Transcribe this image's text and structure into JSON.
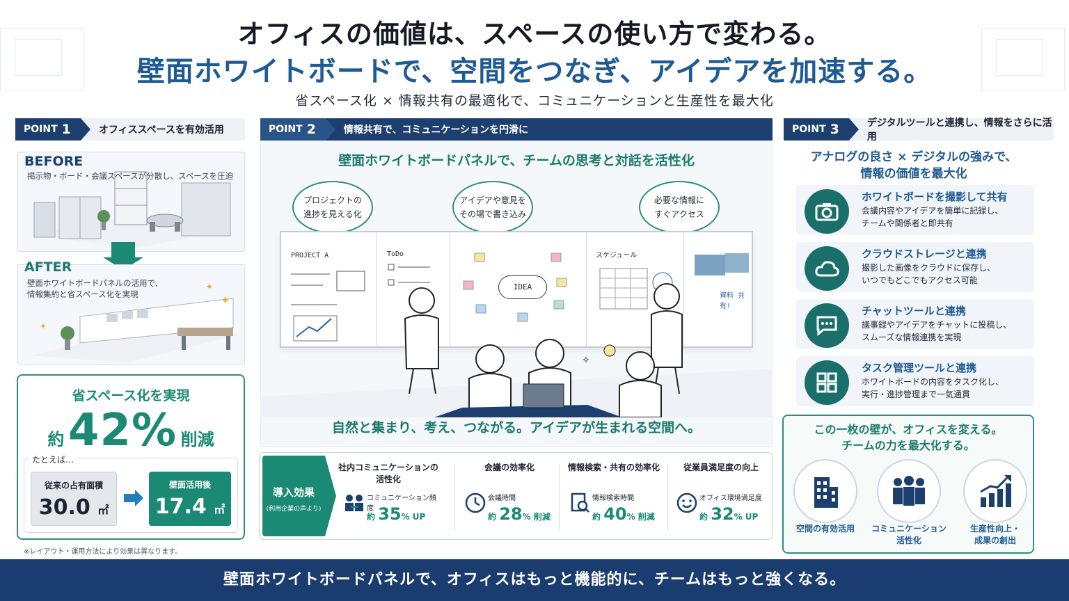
{
  "header": {
    "title_line1": "オフィスの価値は、スペースの使い方で変わる。",
    "title_line2": "壁面ホワイトボードで、空間をつなぎ、アイデアを加速する。",
    "subtitle": "省スペース化 × 情報共有の最適化で、コミュニケーションと生産性を最大化"
  },
  "point1": {
    "tag": "POINT",
    "num": "1",
    "title": "オフィススペースを有効活用",
    "before_label": "BEFORE",
    "before_desc": "掲示物・ボード・会議スペースが分散し、スペースを圧迫",
    "after_label": "AFTER",
    "after_desc_1": "壁面ホワイトボードパネルの活用で、",
    "after_desc_2": "情報集約と省スペース化を実現",
    "save_title": "省スペース化を実現",
    "save_prefix": "約",
    "save_value": "42%",
    "save_suffix": "削減",
    "example_label": "たとえば…",
    "old_area_label": "従来の占有面積",
    "old_area_value": "30.0",
    "new_area_label": "壁面活用後",
    "new_area_value": "17.4",
    "area_unit": "㎡",
    "note": "※レイアウト・運用方法により効果は異なります。"
  },
  "point2": {
    "tag": "POINT",
    "num": "2",
    "title": "情報共有で、コミュニケーションを円滑に",
    "main_title": "壁面ホワイトボードパネルで、チームの思考と対話を活性化",
    "bubble1_l1": "プロジェクトの",
    "bubble1_l2": "進捗を見える化",
    "bubble2_l1": "アイデアや意見を",
    "bubble2_l2": "その場で書き込み",
    "bubble3_l1": "必要な情報に",
    "bubble3_l2": "すぐアクセス",
    "board_project": "PROJECT A",
    "board_todo": "ToDo",
    "board_idea": "IDEA",
    "board_schedule": "スケジュール",
    "board_share": "資料 共有!",
    "slogan": "自然と集まり、考え、つながる。アイデアが生まれる空間へ。"
  },
  "effects": {
    "tag_title": "導入効果",
    "tag_sub": "(利用企業の声より)",
    "items": [
      {
        "heading": "社内コミュニケーションの活性化",
        "metric": "コミュニケーション頻度",
        "prefix": "約",
        "value": "35",
        "unit": "% UP"
      },
      {
        "heading": "会議の効率化",
        "metric": "会議時間",
        "prefix": "約",
        "value": "28",
        "unit": "% 削減"
      },
      {
        "heading": "情報検索・共有の効率化",
        "metric": "情報検索時間",
        "prefix": "約",
        "value": "40",
        "unit": "% 削減"
      },
      {
        "heading": "従業員満足度の向上",
        "metric": "オフィス環境満足度",
        "prefix": "約",
        "value": "32",
        "unit": "% UP"
      }
    ]
  },
  "point3": {
    "tag": "POINT",
    "num": "3",
    "title": "デジタルツールと連携し、情報をさらに活用",
    "main_l1": "アナログの良さ × デジタルの強みで、",
    "main_l2": "情報の価値を最大化",
    "features": [
      {
        "title": "ホワイトボードを撮影して共有",
        "d1": "会議内容やアイデアを簡単に記録し、",
        "d2": "チームや関係者と即共有",
        "icon": "camera-icon"
      },
      {
        "title": "クラウドストレージと連携",
        "d1": "撮影した画像をクラウドに保存し、",
        "d2": "いつでもどこでもアクセス可能",
        "icon": "cloud-icon"
      },
      {
        "title": "チャットツールと連携",
        "d1": "議事録やアイデアをチャットに投稿し、",
        "d2": "スムーズな情報連携を実現",
        "icon": "chat-icon"
      },
      {
        "title": "タスク管理ツールと連携",
        "d1": "ホワイトボードの内容をタスク化し、",
        "d2": "実行・進捗管理まで一気通貫",
        "icon": "grid-icon"
      }
    ],
    "wall_l1": "この一枚の壁が、オフィスを変える。",
    "wall_l2": "チームの力を最大化する。",
    "wall_items": [
      {
        "l1": "空間の有効活用",
        "l2": ""
      },
      {
        "l1": "コミュニケーション",
        "l2": "活性化"
      },
      {
        "l1": "生産性向上・",
        "l2": "成果の創出"
      }
    ]
  },
  "footer": "壁面ホワイトボードパネルで、オフィスはもっと機能的に、チームはもっと強くなる。",
  "colors": {
    "navy": "#1d3f70",
    "teal": "#1a8a74",
    "blue": "#1e5a93"
  }
}
